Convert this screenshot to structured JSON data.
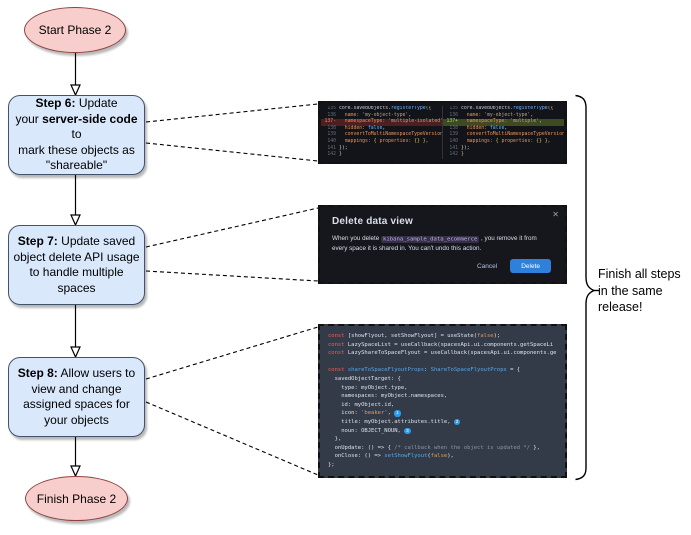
{
  "flowchart": {
    "start_label": "Start Phase 2",
    "finish_label": "Finish Phase 2",
    "steps": [
      {
        "parts": [
          {
            "t": "Step 6:",
            "b": 1
          },
          {
            "t": " Update\nyour ",
            "b": 0
          },
          {
            "t": "server-side code",
            "b": 1
          },
          {
            "t": " to\nmark these objects as\n\"shareable\"",
            "b": 0
          }
        ]
      },
      {
        "parts": [
          {
            "t": "Step 7:",
            "b": 1
          },
          {
            "t": " Update saved\nobject delete API usage\nto handle multiple spaces",
            "b": 0
          }
        ]
      },
      {
        "parts": [
          {
            "t": "Step 8:",
            "b": 1
          },
          {
            "t": " Allow users to\nview and change\nassigned spaces for\nyour objects",
            "b": 0
          }
        ]
      }
    ],
    "note_lines": [
      "Finish all steps",
      "in the same",
      "release!"
    ]
  },
  "diff": {
    "left_lines": [
      {
        "num": "135",
        "tokens": [
          [
            "pl",
            "core.savedObjects."
          ],
          [
            "fn",
            "registerType"
          ],
          [
            "br",
            "({"
          ]
        ]
      },
      {
        "num": "136",
        "tokens": [
          [
            "pr",
            "  name:"
          ],
          [
            "st",
            " 'my-object-type'"
          ],
          [
            "pl",
            ","
          ]
        ]
      },
      {
        "num": "137-",
        "cls": "removed",
        "tokens": [
          [
            "pr",
            "  namespaceType:"
          ],
          [
            "st",
            " 'multiple-isolated'"
          ],
          [
            "pl",
            ","
          ]
        ]
      },
      {
        "num": "138",
        "tokens": [
          [
            "pr",
            "  hidden:"
          ],
          [
            "bl",
            " false"
          ],
          [
            "pl",
            ","
          ]
        ]
      },
      {
        "num": "139",
        "tokens": [
          [
            "pr",
            "  convertToMultiNamespaceTypeVersion:"
          ]
        ]
      },
      {
        "num": "140",
        "tokens": [
          [
            "pr",
            "  mappings:"
          ],
          [
            "br",
            " { "
          ],
          [
            "pr",
            "properties:"
          ],
          [
            "br",
            " {} },"
          ]
        ]
      },
      {
        "num": "141",
        "tokens": [
          [
            "pl",
            "});"
          ]
        ]
      },
      {
        "num": "142",
        "tokens": [
          [
            "br",
            "}"
          ]
        ]
      }
    ],
    "right_lines": [
      {
        "num": "135",
        "tokens": [
          [
            "pl",
            "core.savedObjects."
          ],
          [
            "fn",
            "registerType"
          ],
          [
            "br",
            "({"
          ]
        ]
      },
      {
        "num": "136",
        "tokens": [
          [
            "pr",
            "  name:"
          ],
          [
            "st",
            " 'my-object-type'"
          ],
          [
            "pl",
            ","
          ]
        ]
      },
      {
        "num": "137+",
        "cls": "added",
        "tokens": [
          [
            "pr",
            "  namespaceType:"
          ],
          [
            "st",
            " 'multiple'"
          ],
          [
            "pl",
            ","
          ]
        ]
      },
      {
        "num": "138",
        "tokens": [
          [
            "pr",
            "  hidden:"
          ],
          [
            "bl",
            " false"
          ],
          [
            "pl",
            ","
          ]
        ]
      },
      {
        "num": "139",
        "tokens": [
          [
            "pr",
            "  convertToMultiNamespaceTypeVersion:"
          ]
        ]
      },
      {
        "num": "140",
        "tokens": [
          [
            "pr",
            "  mappings:"
          ],
          [
            "br",
            " { "
          ],
          [
            "pr",
            "properties:"
          ],
          [
            "br",
            " {} },"
          ]
        ]
      },
      {
        "num": "141",
        "tokens": [
          [
            "pl",
            "});"
          ]
        ]
      },
      {
        "num": "142",
        "tokens": [
          [
            "br",
            "}"
          ]
        ]
      }
    ]
  },
  "modal": {
    "title": "Delete data view",
    "close_label": "✕",
    "body_pre": "When you delete ",
    "data_view_name": "kibana_sample_data_ecommerce",
    "body_post": " , you remove it from every space it is shared in. You can't undo this action.",
    "cancel_label": "Cancel",
    "delete_label": "Delete"
  },
  "code": {
    "lines": [
      {
        "tokens": [
          [
            "kw",
            "const"
          ],
          [
            "cpl",
            " [showFlyout, setShowFlyout] = useState("
          ],
          [
            "cst",
            "false"
          ],
          [
            "cpl",
            ");"
          ]
        ]
      },
      {
        "tokens": [
          [
            "kw",
            "const"
          ],
          [
            "cpl",
            " LazySpaceList = useCallback(spacesApi.ui.components.getSpaceLi"
          ]
        ]
      },
      {
        "tokens": [
          [
            "kw",
            "const"
          ],
          [
            "cpl",
            " LazyShareToSpaceFlyout = useCallback(spacesApi.ui.components.ge"
          ]
        ]
      },
      {
        "tokens": []
      },
      {
        "tokens": [
          [
            "kw",
            "const"
          ],
          [
            "cfn",
            " shareToSpaceFlyoutProps"
          ],
          [
            "cpl",
            ": "
          ],
          [
            "cfn",
            "ShareToSpaceFlyoutProps"
          ],
          [
            "cpl",
            " = {"
          ]
        ]
      },
      {
        "tokens": [
          [
            "cpl",
            "  savedObjectTarget: {"
          ]
        ]
      },
      {
        "tokens": [
          [
            "cpl",
            "    type: myObject.type,"
          ]
        ]
      },
      {
        "tokens": [
          [
            "cpl",
            "    namespaces: myObject.namespaces,"
          ]
        ]
      },
      {
        "tokens": [
          [
            "cpl",
            "    id: myObject.id,"
          ]
        ]
      },
      {
        "tokens": [
          [
            "cpl",
            "    icon: "
          ],
          [
            "cst",
            "'beaker'"
          ],
          [
            "cpl",
            ", "
          ]
        ],
        "callout": "1"
      },
      {
        "tokens": [
          [
            "cpl",
            "    title: myObject.attributes.title, "
          ]
        ],
        "callout": "2"
      },
      {
        "tokens": [
          [
            "cpl",
            "    noun: OBJECT_NOUN, "
          ]
        ],
        "callout": "3"
      },
      {
        "tokens": [
          [
            "cpl",
            "  },"
          ]
        ]
      },
      {
        "tokens": [
          [
            "cpl",
            "  onUpdate: () => { "
          ],
          [
            "ccm",
            "/* callback when the object is updated */"
          ],
          [
            "cpl",
            " },"
          ]
        ]
      },
      {
        "tokens": [
          [
            "cpl",
            "  onClose: () => "
          ],
          [
            "cfn",
            "setShowFlyout"
          ],
          [
            "cpl",
            "("
          ],
          [
            "cst",
            "false"
          ],
          [
            "cpl",
            "),"
          ]
        ]
      },
      {
        "tokens": [
          [
            "cpl",
            "};"
          ]
        ]
      }
    ]
  },
  "colors": {
    "step_fill": "#dae8fc",
    "terminal_fill": "#f8cecc",
    "accent_blue": "#2d9cea",
    "delete_button": "#2f80da",
    "diff_removed_bg": "#4d1f21",
    "diff_added_bg": "#3d4a22",
    "diff_panel_bg": "#131419",
    "modal_panel_bg": "#16171d",
    "code_panel_bg": "#333b49"
  }
}
